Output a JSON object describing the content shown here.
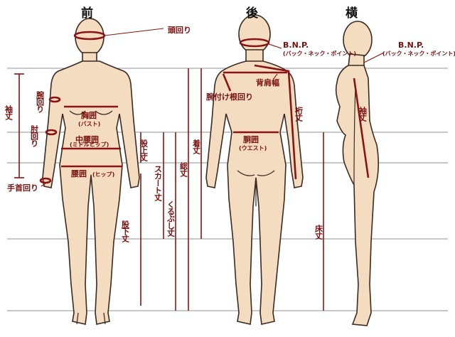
{
  "titles": {
    "front": "前",
    "back": "後",
    "side": "横"
  },
  "labels": {
    "head": "頭回り",
    "bnp_back": "B.N.P.",
    "bnp_back_sub": "(バック・ネック・ポイント)",
    "bnp_side": "B.N.P.",
    "bnp_side_sub": "(バック・ネック・ポイント)",
    "upper_arm": "腕回り",
    "elbow": "肘回り",
    "wrist": "手首回り",
    "sleeve_front": "袖丈",
    "sleeve_side": "袖丈",
    "bust": "胸囲",
    "bust_sub": "(バスト)",
    "middle_hip": "中腰囲",
    "middle_hip_sub": "(ミドルヒップ)",
    "hip": "腰囲",
    "hip_sub": "(ヒップ)",
    "crotch_depth": "股上丈",
    "inseam": "股下丈",
    "skirt": "スカート丈",
    "knee": "くるぶし丈",
    "total": "総丈",
    "garment": "着丈",
    "shoulder": "背肩幅",
    "armhole": "腕付け根回り",
    "yuki": "裄丈",
    "waist": "胴囲",
    "waist_sub": "(ウエスト)",
    "floor": "床丈"
  },
  "colors": {
    "skin": "#f4dcc1",
    "measure": "#8a1414",
    "outline": "#3a2a22"
  }
}
